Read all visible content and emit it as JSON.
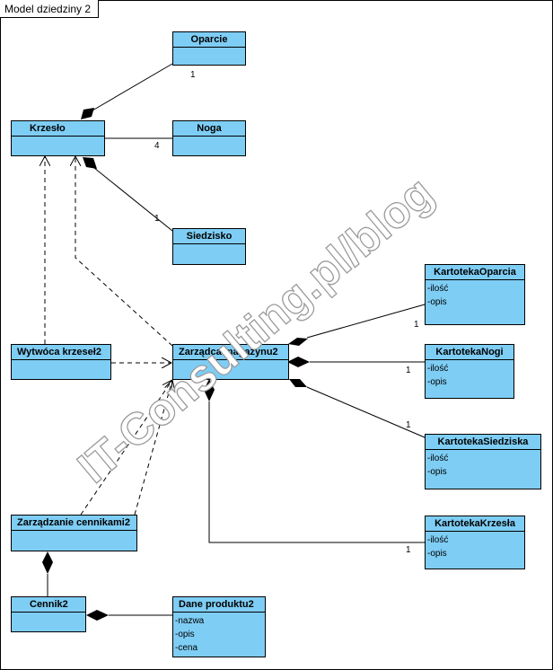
{
  "diagram": {
    "title": "Model dziedziny 2",
    "watermark": "IT-Consulting.pl/blog",
    "colors": {
      "class_fill": "#7ecdf4",
      "line": "#000000"
    },
    "classes": [
      {
        "id": "oparcie",
        "name": "Oparcie",
        "attributes": []
      },
      {
        "id": "krzeslo",
        "name": "Krzesło",
        "attributes": []
      },
      {
        "id": "noga",
        "name": "Noga",
        "attributes": []
      },
      {
        "id": "siedzisko",
        "name": "Siedzisko",
        "attributes": []
      },
      {
        "id": "wytworca",
        "name": "Wytwóca krzeseł2",
        "attributes": []
      },
      {
        "id": "zarzadca",
        "name": "Zarządca magazynu2",
        "attributes": []
      },
      {
        "id": "kart_oparcia",
        "name": "KartotekaOparcia",
        "attributes": [
          "-ilość",
          "-opis"
        ]
      },
      {
        "id": "kart_nogi",
        "name": "KartotekaNogi",
        "attributes": [
          "-ilość",
          "-opis"
        ]
      },
      {
        "id": "kart_siedziska",
        "name": "KartotekaSiedziska",
        "attributes": [
          "-ilość",
          "-opis"
        ]
      },
      {
        "id": "kart_krzesla",
        "name": "KartotekaKrzesła",
        "attributes": [
          "-ilość",
          "-opis"
        ]
      },
      {
        "id": "zarzadzanie",
        "name": "Zarządzanie cennikami2",
        "attributes": []
      },
      {
        "id": "cennik",
        "name": "Cennik2",
        "attributes": []
      },
      {
        "id": "dane",
        "name": "Dane produktu2",
        "attributes": [
          "-nazwa",
          "-opis",
          "-cena"
        ]
      }
    ],
    "multiplicities": [
      {
        "id": "m_oparcie",
        "text": "1"
      },
      {
        "id": "m_noga",
        "text": "4"
      },
      {
        "id": "m_siedzisko",
        "text": "1"
      },
      {
        "id": "m_kart_oparcia",
        "text": "1"
      },
      {
        "id": "m_kart_nogi",
        "text": "1"
      },
      {
        "id": "m_kart_siedziska",
        "text": "1"
      },
      {
        "id": "m_kart_krzesla",
        "text": "1"
      }
    ],
    "relations": [
      {
        "type": "composition",
        "whole": "krzeslo",
        "part": "oparcie"
      },
      {
        "type": "composition",
        "whole": "krzeslo",
        "part": "noga"
      },
      {
        "type": "composition",
        "whole": "krzeslo",
        "part": "siedzisko"
      },
      {
        "type": "composition",
        "whole": "zarzadca",
        "part": "kart_oparcia"
      },
      {
        "type": "composition",
        "whole": "zarzadca",
        "part": "kart_nogi"
      },
      {
        "type": "composition",
        "whole": "zarzadca",
        "part": "kart_siedziska"
      },
      {
        "type": "composition",
        "whole": "zarzadca",
        "part": "kart_krzesla"
      },
      {
        "type": "composition",
        "whole": "zarzadzanie",
        "part": "cennik"
      },
      {
        "type": "composition",
        "whole": "cennik",
        "part": "dane"
      },
      {
        "type": "dependency",
        "from": "wytworca",
        "to": "krzeslo"
      },
      {
        "type": "dependency",
        "from": "zarzadca",
        "to": "krzeslo"
      },
      {
        "type": "dependency",
        "from": "wytworca",
        "to": "zarzadca"
      },
      {
        "type": "dependency",
        "from": "zarzadzanie",
        "to": "zarzadca"
      }
    ]
  }
}
